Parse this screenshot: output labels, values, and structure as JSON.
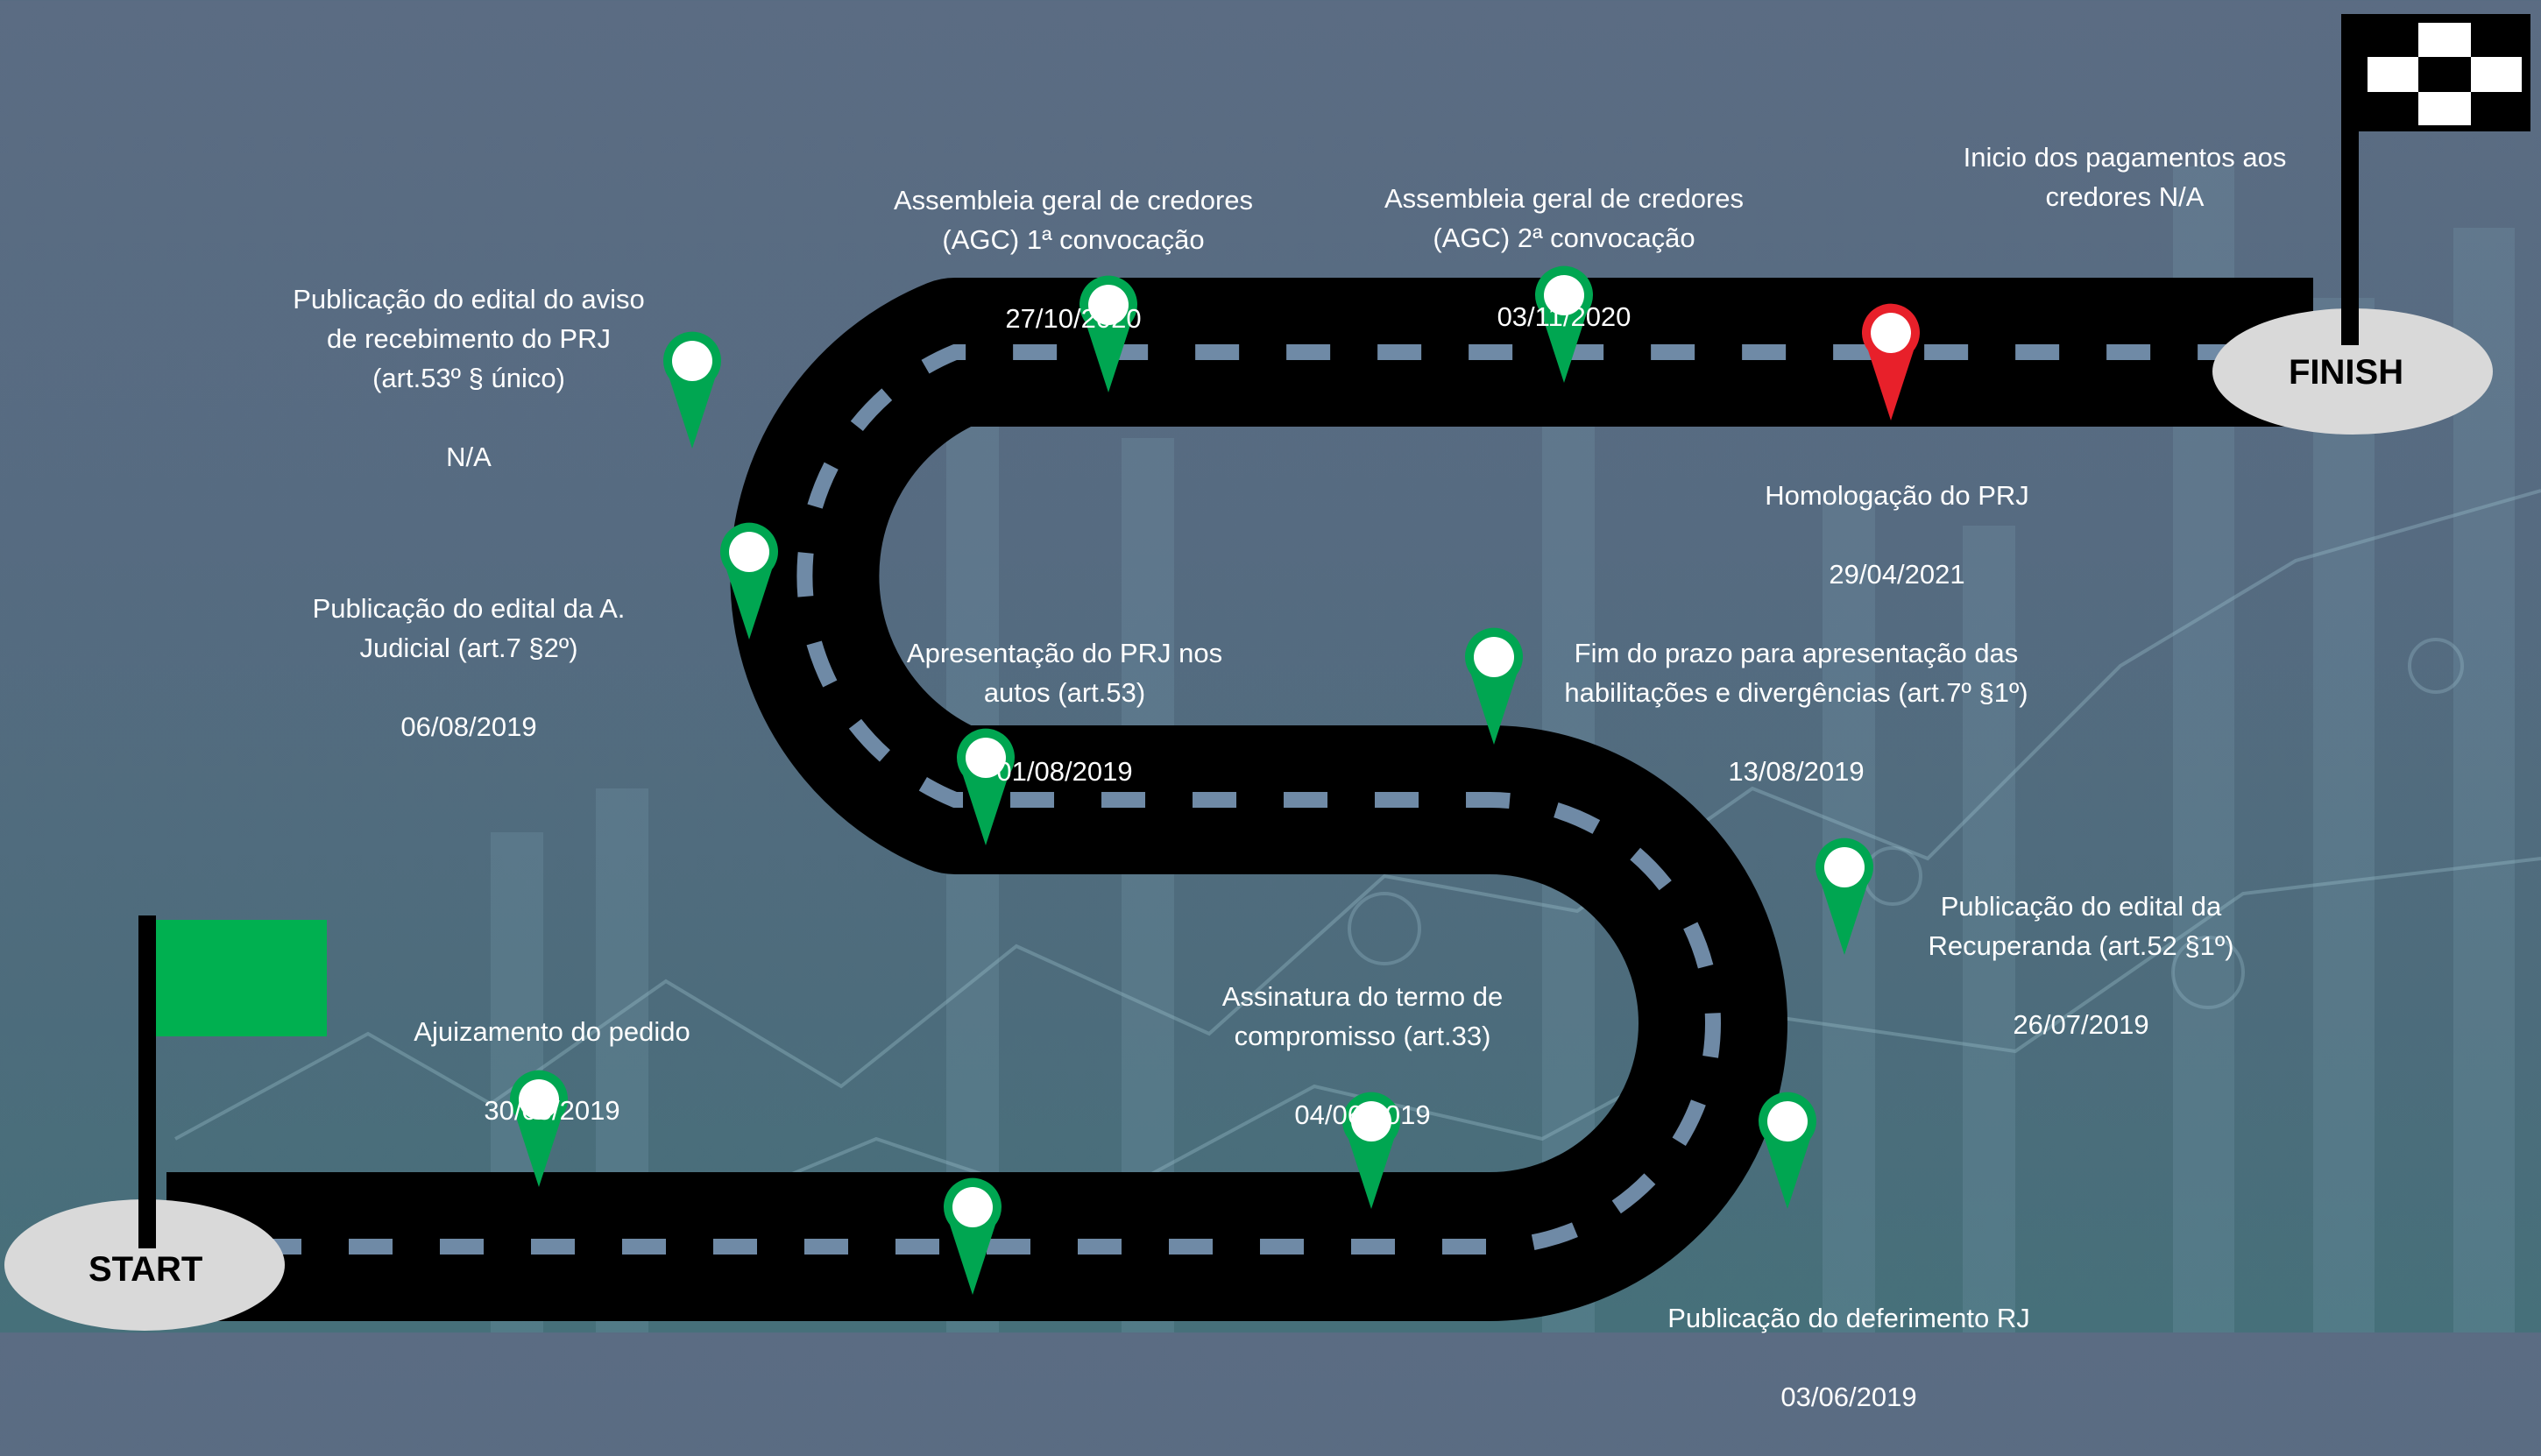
{
  "start_label": "START",
  "finish_label": "FINISH",
  "colors": {
    "road": "#000000",
    "dash": "#6f8aa6",
    "pin_done": "#00a651",
    "pin_pending": "#e8202a",
    "start_flag": "#00b050",
    "label_text": "#ffffff"
  },
  "milestones": [
    {
      "title": "Ajuizamento do pedido",
      "date": "30/05/2019",
      "status": "done"
    },
    {
      "title": "Publicação do deferimento RJ",
      "date": "03/06/2019",
      "status": "done"
    },
    {
      "title": "Assinatura do termo de\ncompromisso (art.33)",
      "date": "04/06/2019",
      "status": "done"
    },
    {
      "title": "Publicação do edital da\nRecuperanda (art.52 §1º)",
      "date": "26/07/2019",
      "status": "done"
    },
    {
      "title": "Fim do prazo para apresentação das\nhabilitações e divergências (art.7º §1º)",
      "date": "13/08/2019",
      "status": "done"
    },
    {
      "title": "Apresentação do PRJ nos\nautos (art.53)",
      "date": "01/08/2019",
      "status": "done"
    },
    {
      "title": "Publicação do edital da A.\nJudicial (art.7 §2º)",
      "date": "06/08/2019",
      "status": "done"
    },
    {
      "title": "Publicação do edital do aviso\nde recebimento do PRJ\n(art.53º § único)",
      "date": "N/A",
      "status": "done"
    },
    {
      "title": "Assembleia geral de credores\n(AGC) 1ª convocação",
      "date": "27/10/2020",
      "status": "done"
    },
    {
      "title": "Assembleia geral de credores\n(AGC) 2ª convocação",
      "date": "03/11/2020",
      "status": "done"
    },
    {
      "title": "Homologação do PRJ",
      "date": "29/04/2021",
      "status": "done"
    },
    {
      "title": "Inicio dos pagamentos aos\ncredores N/A",
      "date": "",
      "status": "pending"
    }
  ]
}
